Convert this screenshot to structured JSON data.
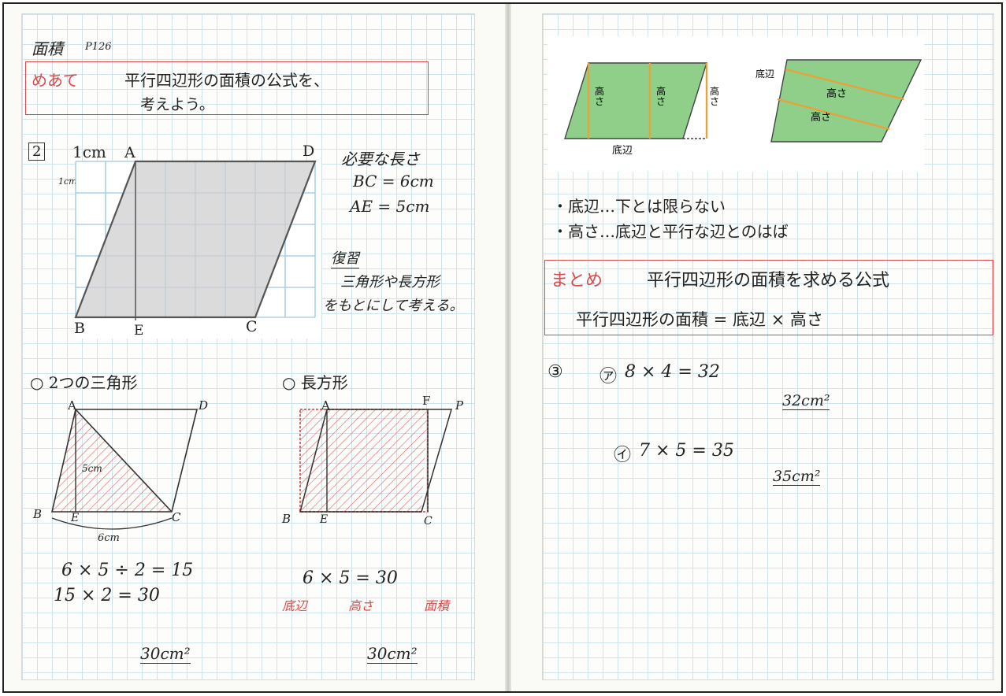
{
  "left": {
    "title": "面積",
    "page_ref": "P126",
    "meate_label": "めあて",
    "meate_line1": "平行四辺形の面積の公式を、",
    "meate_line2": "考えよう。",
    "problem_no": "2",
    "scale_label": "1cm",
    "scale_side": "1cm",
    "vertices": {
      "A": "A",
      "B": "B",
      "C": "C",
      "D": "D",
      "E": "E"
    },
    "needed_title": "必要な長さ",
    "needed_bc": "BC = 6cm",
    "needed_ae": "AE = 5cm",
    "review_title": "復習",
    "review_line1": "三角形や長方形",
    "review_line2": "をもとにして考える。",
    "method1_title": "○ 2つの三角形",
    "method2_title": "○ 長方形",
    "m1_labels": {
      "A": "A",
      "D": "D",
      "B": "B",
      "E": "E",
      "C": "C",
      "h": "5cm",
      "base": "6cm"
    },
    "m2_labels": {
      "A": "A",
      "F": "F",
      "P": "P",
      "B": "B",
      "E": "E",
      "C": "C"
    },
    "m1_eq1": "6 × 5 ÷ 2 = 15",
    "m1_eq2": "15 × 2 = 30",
    "m1_answer": "30cm²",
    "m2_eq": "6 × 5 = 30",
    "m2_note_base": "底辺",
    "m2_note_height": "高さ",
    "m2_note_area": "面積",
    "m2_answer": "30cm²"
  },
  "right": {
    "fig_height": "高さ",
    "fig_base": "底辺",
    "note1": "・底辺…下とは限らない",
    "note2": "・高さ…底辺と平行な辺とのはば",
    "matome_label": "まとめ",
    "matome_title": "平行四辺形の面積を求める公式",
    "formula": "平行四辺形の面積 = 底辺 × 高さ",
    "problem_no": "③",
    "q1_mark": "㋐",
    "q1_eq": "8 × 4 = 32",
    "q1_answer": "32cm²",
    "q2_mark": "㋑",
    "q2_eq": "7 × 5 = 35",
    "q2_answer": "35cm²"
  },
  "colors": {
    "red": "#d94a4a",
    "green": "#8fcf8a",
    "orange": "#e8a23a",
    "grid": "#cfe3ea"
  }
}
